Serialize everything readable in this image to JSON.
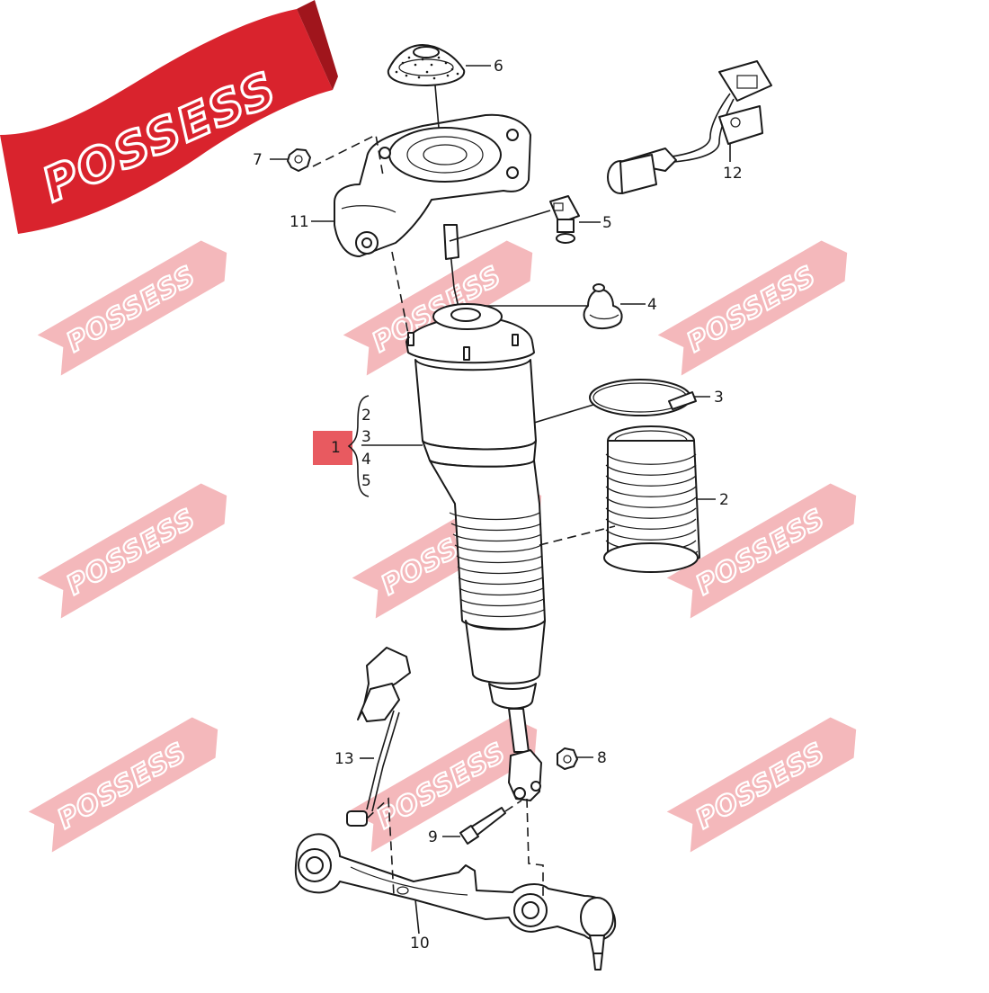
{
  "brand": {
    "logo_text": "POSSESS",
    "watermark_text": "POSSESS",
    "logo_color": "#d9232d",
    "watermark_color": "#f3b5b8"
  },
  "callouts": {
    "c1": "1",
    "c2": "2",
    "c3": "3",
    "c4": "4",
    "c5": "5",
    "c6": "6",
    "c7": "7",
    "c8": "8",
    "c9": "9",
    "c10": "10",
    "c11": "11",
    "c12": "12",
    "c13": "13"
  },
  "assembly_group": {
    "label": "1",
    "highlight_color": "#e85a60",
    "items": [
      "2",
      "3",
      "4",
      "5"
    ]
  }
}
